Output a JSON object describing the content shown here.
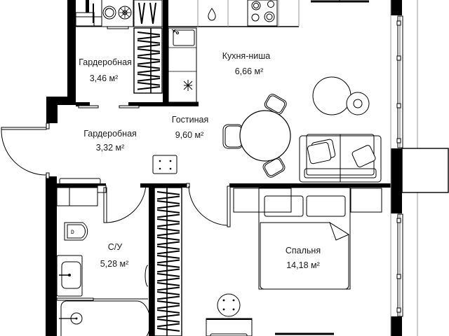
{
  "plan": {
    "rooms": [
      {
        "id": "wardrobe-1",
        "name": "Гардеробная",
        "area": "3,46 м²"
      },
      {
        "id": "kitchen",
        "name": "Кухня-ниша",
        "area": "6,66 м²"
      },
      {
        "id": "living",
        "name": "Гостиная",
        "area": "9,60 м²"
      },
      {
        "id": "wardrobe-2",
        "name": "Гардеробная",
        "area": "3,32 м²"
      },
      {
        "id": "bathroom",
        "name": "С/У",
        "area": "5,28 м²"
      },
      {
        "id": "bedroom",
        "name": "Спальня",
        "area": "14,18 м²"
      }
    ],
    "icons": [
      "washer-icon",
      "dryer-icon",
      "sink-icon",
      "stove-icon",
      "water-drop-icon",
      "toilet-icon",
      "bathtub-icon",
      "bed-icon",
      "sofa-icon",
      "dining-table-icon",
      "window-icon",
      "door-icon"
    ],
    "colors": {
      "wall": "#000000",
      "line": "#000000",
      "background": "#ffffff"
    }
  }
}
